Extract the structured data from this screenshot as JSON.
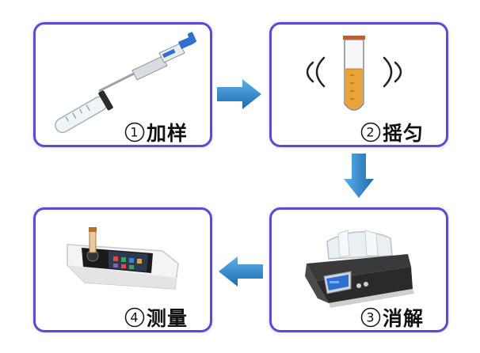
{
  "steps": [
    {
      "number": "1",
      "label": "加样"
    },
    {
      "number": "2",
      "label": "摇匀"
    },
    {
      "number": "3",
      "label": "消解"
    },
    {
      "number": "4",
      "label": "测量"
    }
  ],
  "colors": {
    "border": "#5a4bd6",
    "arrow": "#2a7fc4",
    "liquid": "#e8a33a"
  }
}
